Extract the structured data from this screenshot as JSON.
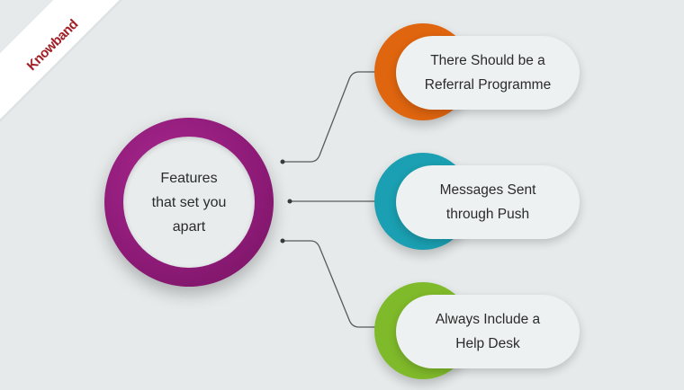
{
  "brand": {
    "logo_text": "Knowband"
  },
  "center": {
    "label": "Features\nthat set you\napart"
  },
  "features": [
    {
      "label": "There Should be a\nReferral Programme",
      "color": "#e0650f"
    },
    {
      "label": "Messages Sent\nthrough Push",
      "color": "#1aa0b2"
    },
    {
      "label": "Always Include a\nHelp Desk",
      "color": "#7fba2a"
    }
  ]
}
